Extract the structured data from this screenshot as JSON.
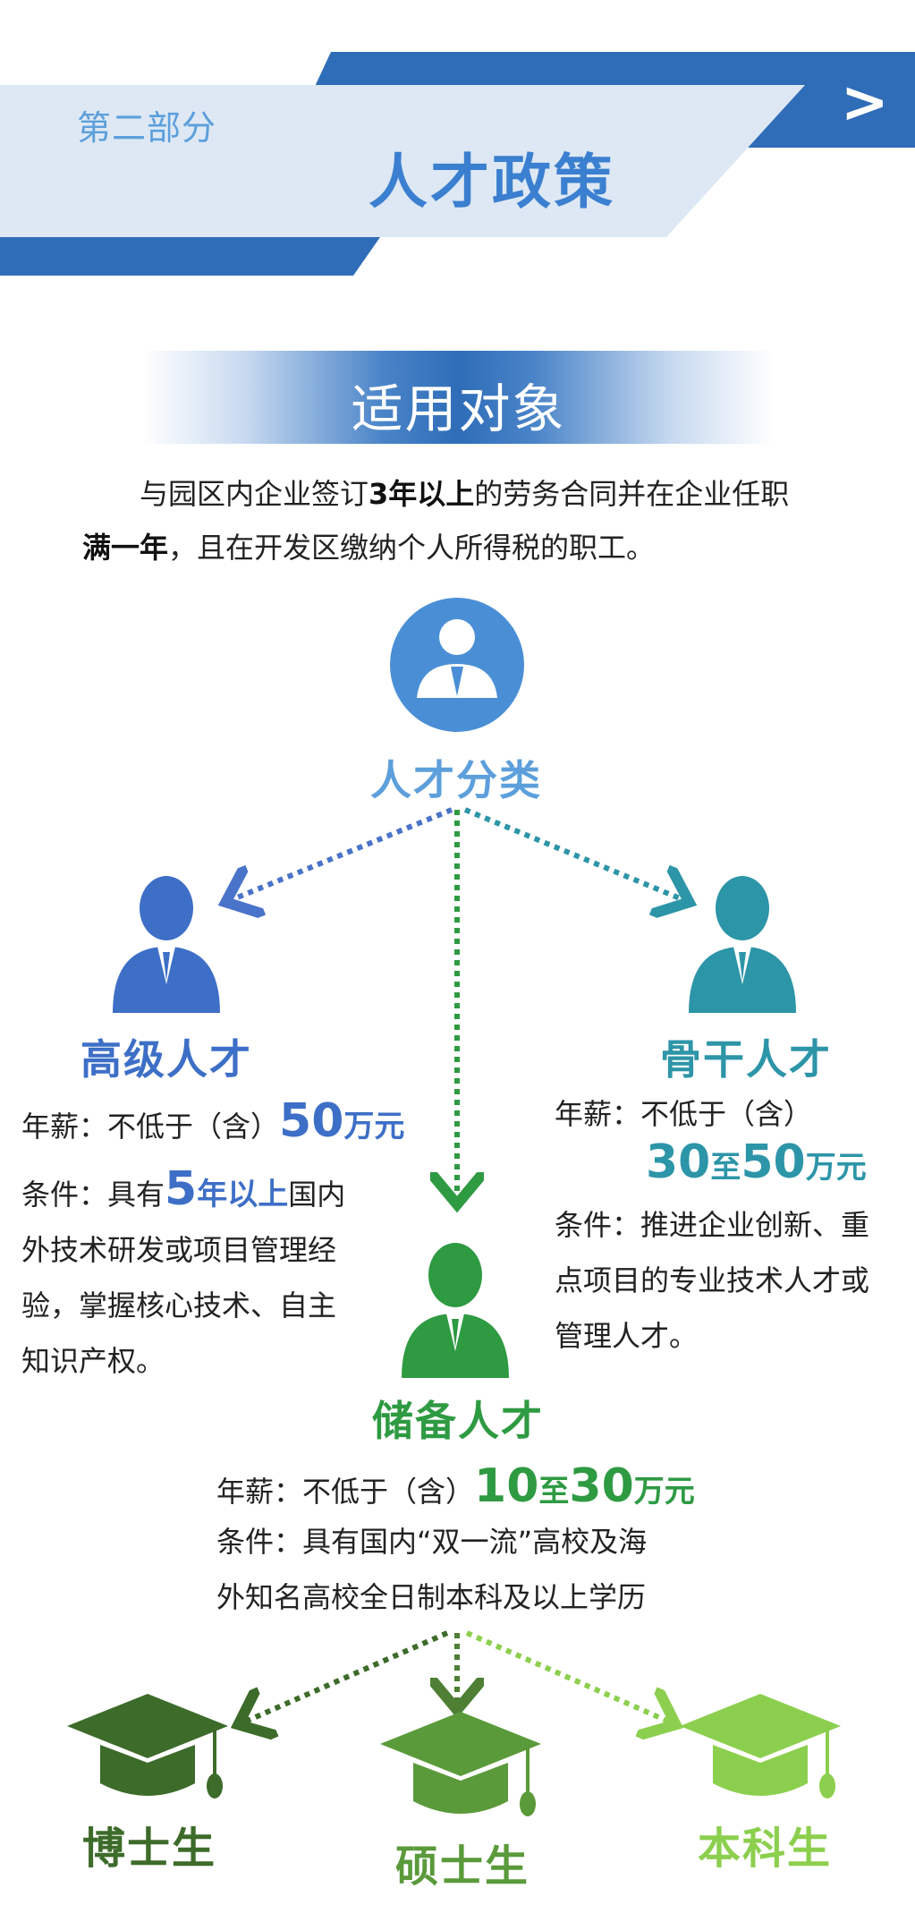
{
  "header": {
    "part_label": "第二部分",
    "part_title": "人才政策",
    "arrow_icon": ">"
  },
  "section": {
    "title": "适用对象",
    "intro_1": "与园区内企业签订",
    "intro_bold_1": "3年以上",
    "intro_2": "的劳务合同并在企业任职",
    "intro_bold_2": "满一年",
    "intro_3": "，且在开发区缴纳个人所得税的职工。"
  },
  "category": {
    "title": "人才分类",
    "icon": "person-question-icon"
  },
  "talents": {
    "senior": {
      "name": "高级人才",
      "salary_prefix": "年薪：不低于（含）",
      "salary_value": "50",
      "salary_unit": "万元",
      "cond_prefix": "条件：具有",
      "cond_value": "5",
      "cond_unit": "年以上",
      "cond_line1_suffix": "国内",
      "cond_line2": "外技术研发或项目管理经",
      "cond_line3": "验，掌握核心技术、自主",
      "cond_line4": "知识产权。",
      "color": "#3e6fc7"
    },
    "backbone": {
      "name": "骨干人才",
      "salary_prefix": "年薪：不低于（含）",
      "salary_value_a": "30",
      "salary_to": "至",
      "salary_value_b": "50",
      "salary_unit": "万元",
      "cond_line1": "条件：推进企业创新、重",
      "cond_line2": "点项目的专业技术人才或",
      "cond_line3": "管理人才。",
      "color": "#2d95a8"
    },
    "reserve": {
      "name": "储备人才",
      "salary_prefix": "年薪：不低于（含）",
      "salary_value_a": "10",
      "salary_to": "至",
      "salary_value_b": "30",
      "salary_unit": "万元",
      "cond_line1": "条件：具有国内“双一流”高校及海",
      "cond_line2": "外知名高校全日制本科及以上学历",
      "color": "#2e9a42"
    }
  },
  "degrees": [
    {
      "label": "博士生",
      "color": "#3d6b2a"
    },
    {
      "label": "硕士生",
      "color": "#5a9a3a"
    },
    {
      "label": "本科生",
      "color": "#8ccf4e"
    }
  ]
}
